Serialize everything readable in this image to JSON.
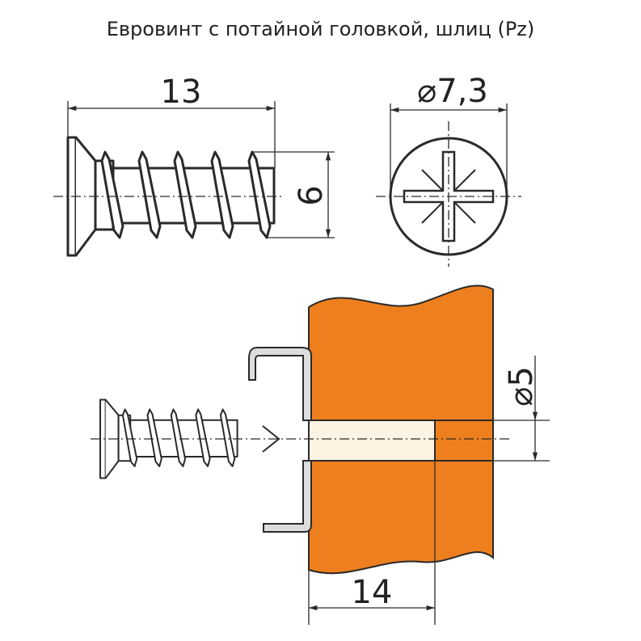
{
  "title": "Евровинт с потайной головкой, шлиц (Pz)",
  "dimensions": {
    "length": "13",
    "head_diameter": "⌀7,3",
    "thread_diameter": "6",
    "hole_diameter": "⌀5",
    "hole_depth": "14"
  },
  "colors": {
    "board": "#ee7f1e",
    "hole": "#fdf3e3",
    "line": "#2a2a2a"
  }
}
